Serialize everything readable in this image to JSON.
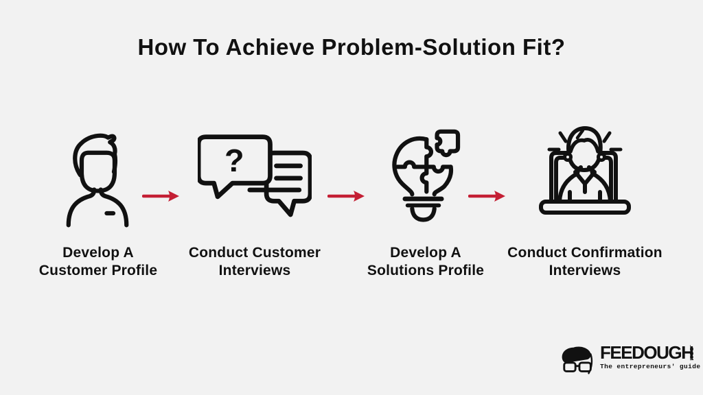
{
  "title": "How To Achieve Problem-Solution Fit?",
  "colors": {
    "background": "#f2f2f2",
    "ink": "#111111",
    "arrow_red": "#c41f34"
  },
  "steps": [
    {
      "icon": "customer-profile-person-icon",
      "label_line1": "Develop A",
      "label_line2": "Customer Profile"
    },
    {
      "icon": "customer-interviews-chat-icon",
      "bubble_glyph": "?",
      "label_line1": "Conduct Customer",
      "label_line2": "Interviews"
    },
    {
      "icon": "solutions-profile-bulb-puzzle-icon",
      "label_line1": "Develop A",
      "label_line2": "Solutions Profile"
    },
    {
      "icon": "confirmation-interviews-laptop-icon",
      "label_line1": "Conduct Confirmation",
      "label_line2": "Interviews"
    }
  ],
  "arrows": {
    "count": 3,
    "icon": "right-arrow-icon"
  },
  "logo": {
    "brand": "FEEDOUGH",
    "tld": ".COM",
    "tagline": "The entrepreneurs' guide"
  }
}
